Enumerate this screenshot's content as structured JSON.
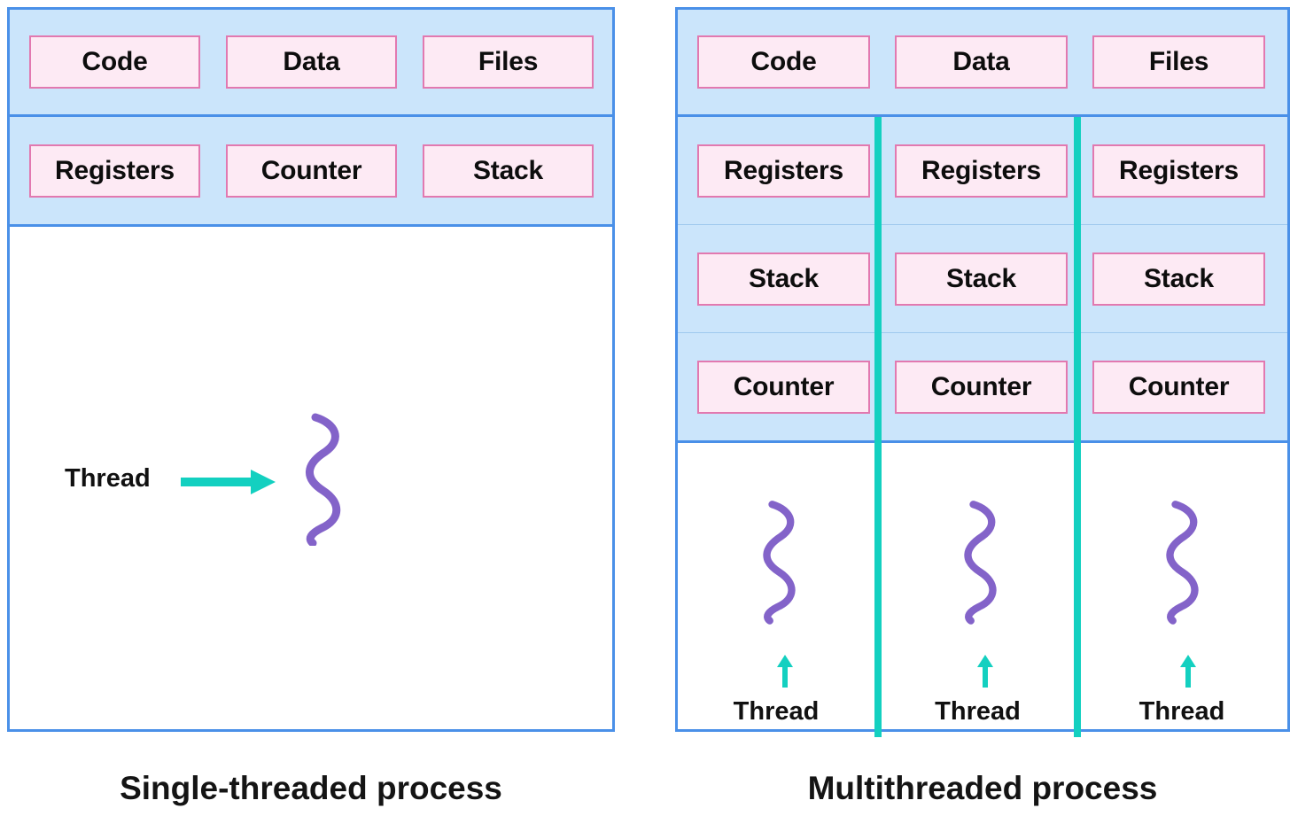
{
  "diagram": {
    "title_hidden": "",
    "colors": {
      "panel_border": "#4a90e8",
      "memory_fill": "#cbe5fb",
      "box_border": "#e279b0",
      "box_fill": "#fdeaf4",
      "thread_squiggle": "#8363c9",
      "accent_teal": "#13d0c0",
      "text": "#111111",
      "background": "#ffffff"
    }
  },
  "left_panel": {
    "caption": "Single-threaded process",
    "rows": [
      {
        "name": "shared-resources",
        "cells": [
          "Code",
          "Data",
          "Files"
        ]
      },
      {
        "name": "thread-state",
        "cells": [
          "Registers",
          "Counter",
          "Stack"
        ]
      }
    ],
    "thread": {
      "label": "Thread",
      "arrow_icon": "arrow-right-icon",
      "squiggle_icon": "thread-squiggle-icon"
    }
  },
  "right_panel": {
    "caption": "Multithreaded process",
    "rows": [
      {
        "name": "shared-resources",
        "cells": [
          "Code",
          "Data",
          "Files"
        ]
      },
      {
        "name": "registers-row",
        "cells": [
          "Registers",
          "Registers",
          "Registers"
        ]
      },
      {
        "name": "stack-row",
        "cells": [
          "Stack",
          "Stack",
          "Stack"
        ]
      },
      {
        "name": "counter-row",
        "cells": [
          "Counter",
          "Counter",
          "Counter"
        ]
      }
    ],
    "threads": [
      {
        "label": "Thread",
        "arrow_icon": "arrow-up-icon",
        "squiggle_icon": "thread-squiggle-icon"
      },
      {
        "label": "Thread",
        "arrow_icon": "arrow-up-icon",
        "squiggle_icon": "thread-squiggle-icon"
      },
      {
        "label": "Thread",
        "arrow_icon": "arrow-up-icon",
        "squiggle_icon": "thread-squiggle-icon"
      }
    ],
    "divider_count": 2
  }
}
